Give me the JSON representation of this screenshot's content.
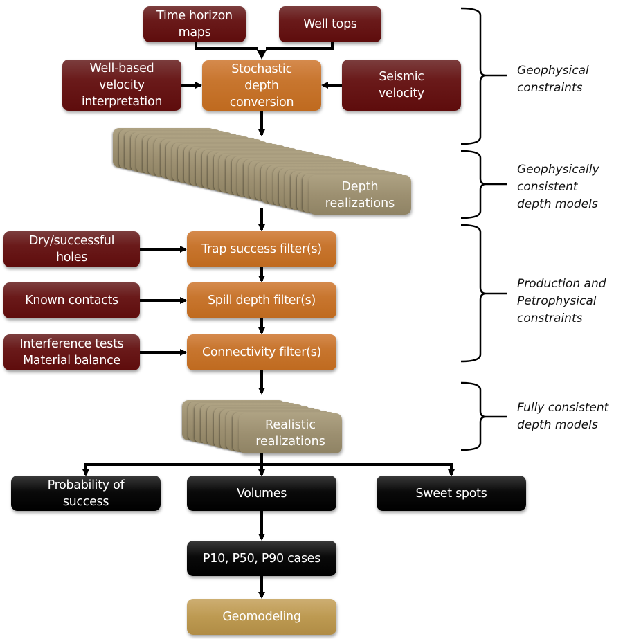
{
  "inputs": {
    "time_horizon_maps": "Time horizon\nmaps",
    "well_tops": "Well tops",
    "well_based_velocity": "Well-based\nvelocity\ninterpretation",
    "seismic_velocity": "Seismic\nvelocity",
    "dry_successful_holes": "Dry/successful\nholes",
    "known_contacts": "Known contacts",
    "interference_material": "Interference tests\nMaterial balance"
  },
  "process": {
    "stochastic_depth_conversion": "Stochastic\ndepth\nconversion",
    "trap_success_filter": "Trap success filter(s)",
    "spill_depth_filter": "Spill depth filter(s)",
    "connectivity_filter": "Connectivity filter(s)"
  },
  "realizations": {
    "depth": {
      "label": "Depth\nrealizations",
      "stack_count": 34
    },
    "realistic": {
      "label": "Realistic\nrealizations",
      "stack_count": 10
    }
  },
  "outputs": {
    "probability_of_success": "Probability of\nsuccess",
    "volumes": "Volumes",
    "sweet_spots": "Sweet spots",
    "p_cases": "P10, P50, P90 cases",
    "geomodeling": "Geomodeling"
  },
  "brackets": [
    {
      "label": "Geophysical\nconstraints"
    },
    {
      "label": "Geophysically\nconsistent\ndepth models"
    },
    {
      "label": "Production and\nPetrophysical\nconstraints"
    },
    {
      "label": "Fully consistent\ndepth models"
    }
  ],
  "colors": {
    "input": "#6a1a1a",
    "process": "#c8762f",
    "realization": "#9d9071",
    "output": "#000000",
    "final": "#bd9a52"
  }
}
